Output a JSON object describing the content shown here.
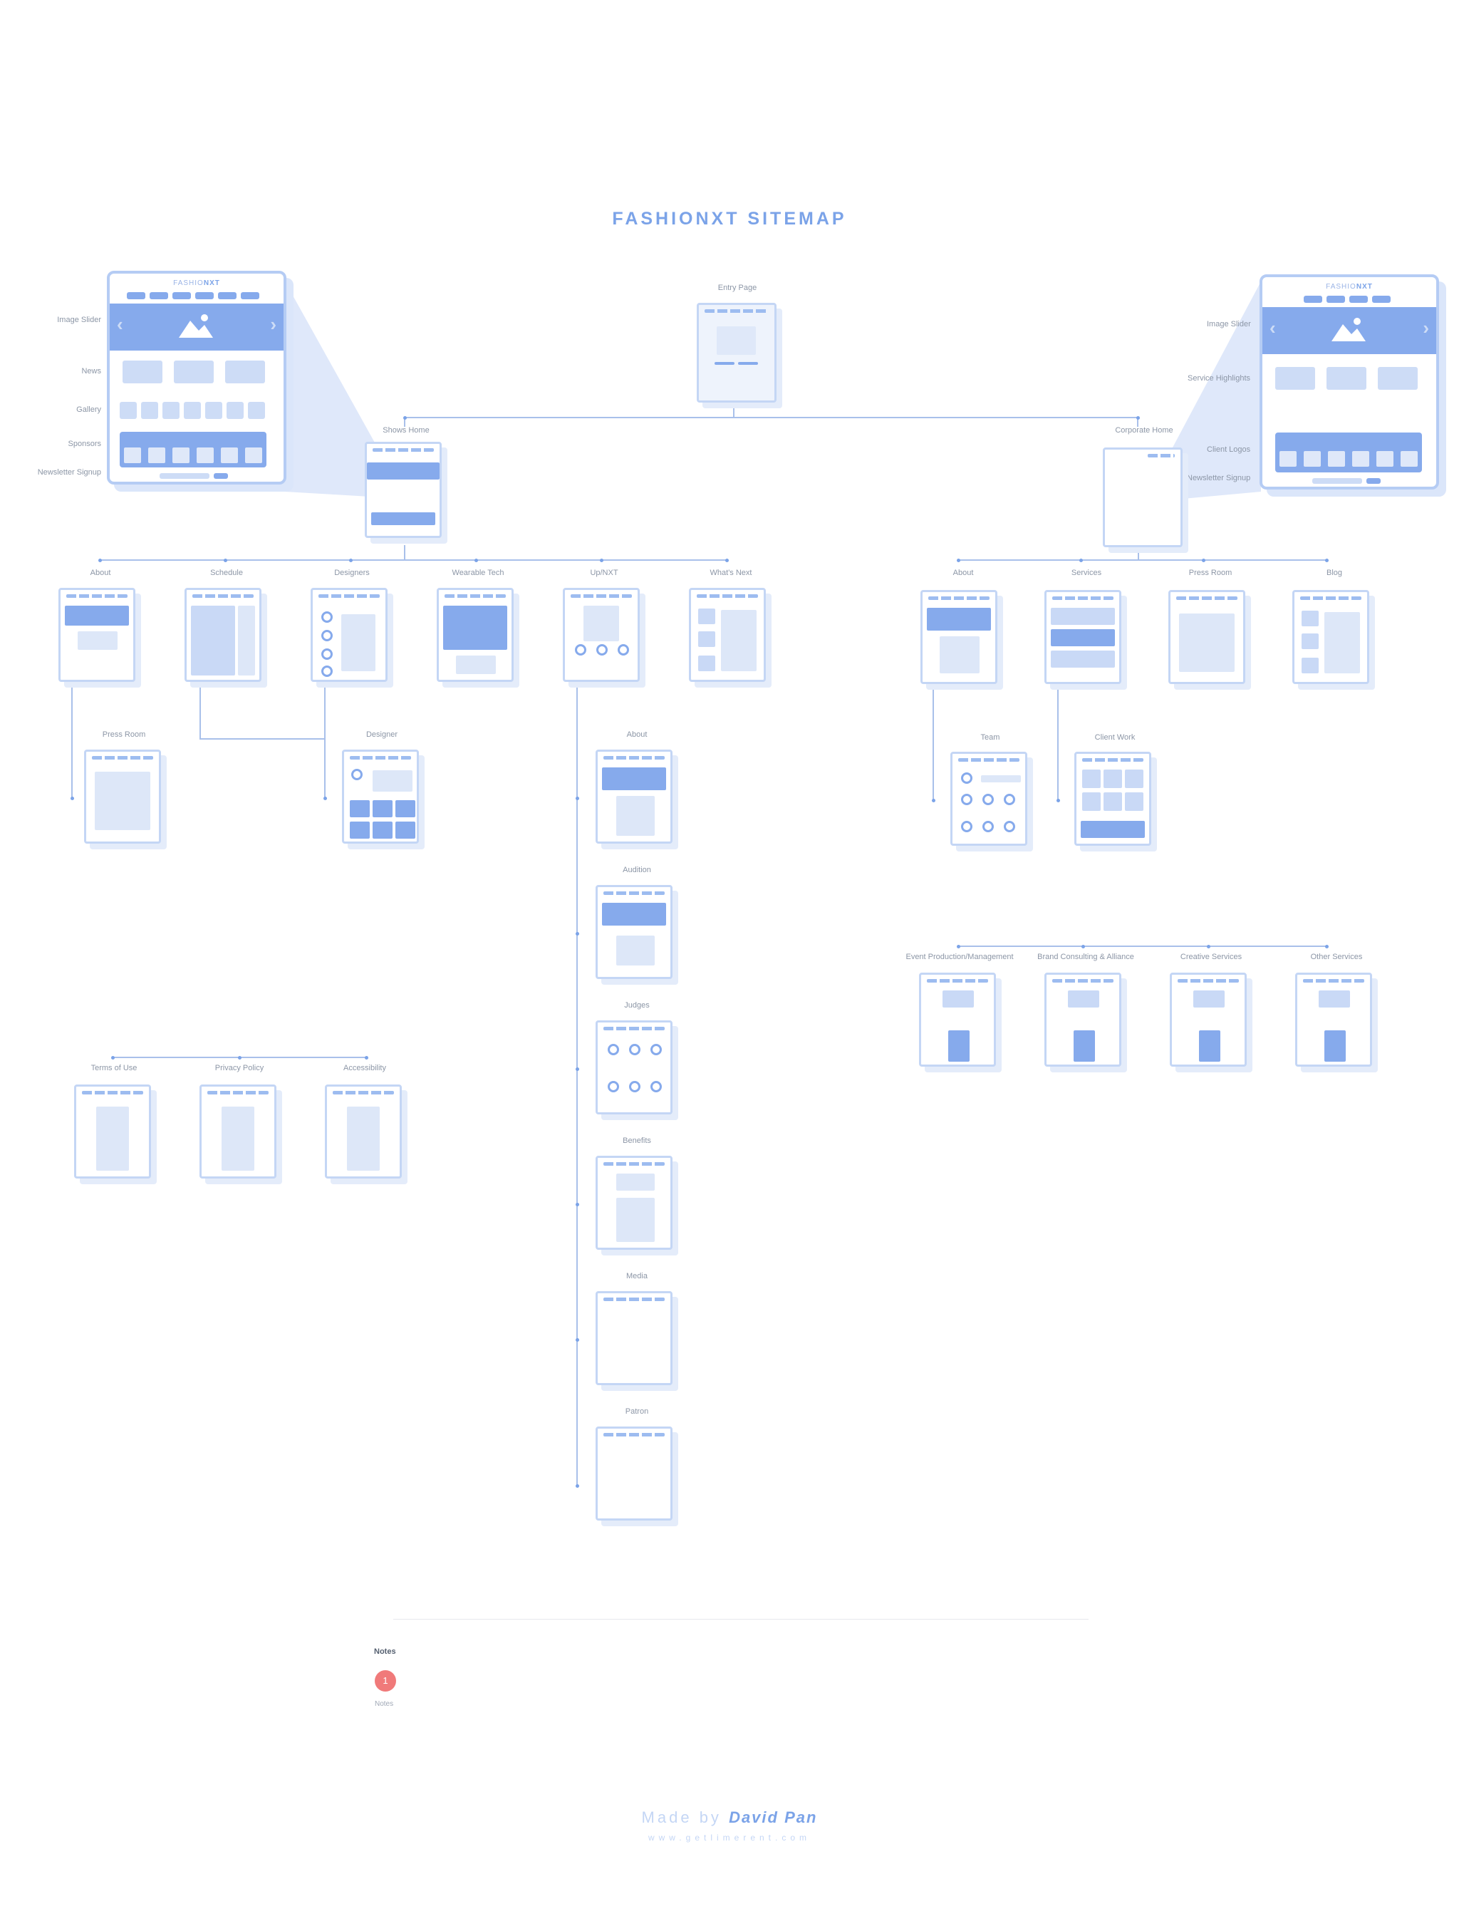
{
  "title": "FASHIONXT SITEMAP",
  "entry": {
    "label": "Entry Page"
  },
  "shows_home": {
    "label": "Shows Home",
    "zoom": {
      "logo_a": "FASHIO",
      "logo_b": "NXT",
      "annotations": [
        "Image Slider",
        "News",
        "Gallery",
        "Sponsors",
        "Newsletter Signup"
      ]
    },
    "children": [
      "About",
      "Schedule",
      "Designers",
      "Wearable Tech",
      "Up/NXT",
      "What's Next"
    ],
    "about_children": [
      "Press Room"
    ],
    "designers_children": [
      "Designer"
    ],
    "upnxt_children": [
      "About",
      "Audition",
      "Judges",
      "Benefits",
      "Media",
      "Patron"
    ]
  },
  "corporate_home": {
    "label": "Corporate Home",
    "zoom": {
      "logo_a": "FASHIO",
      "logo_b": "NXT",
      "annotations": [
        "Image Slider",
        "Service Highlights",
        "Client Logos",
        "Newsletter Signup"
      ]
    },
    "children": [
      "About",
      "Services",
      "Press Room",
      "Blog"
    ],
    "about_children": [
      "Team"
    ],
    "services_children": [
      "Client Work"
    ],
    "service_pages": [
      "Event Production/Management",
      "Brand Consulting & Alliance",
      "Creative Services",
      "Other Services"
    ]
  },
  "footer_pages": [
    "Terms of Use",
    "Privacy Policy",
    "Accessibility"
  ],
  "notes": {
    "title": "Notes",
    "badge": "1",
    "text": "Notes"
  },
  "credit": {
    "prefix": "Made by",
    "name": "David Pan",
    "site": "www.getlimerent.com"
  },
  "colors": {
    "accent": "#7ba3e8",
    "light": "#c4d6f5",
    "note": "#f07a7a"
  }
}
